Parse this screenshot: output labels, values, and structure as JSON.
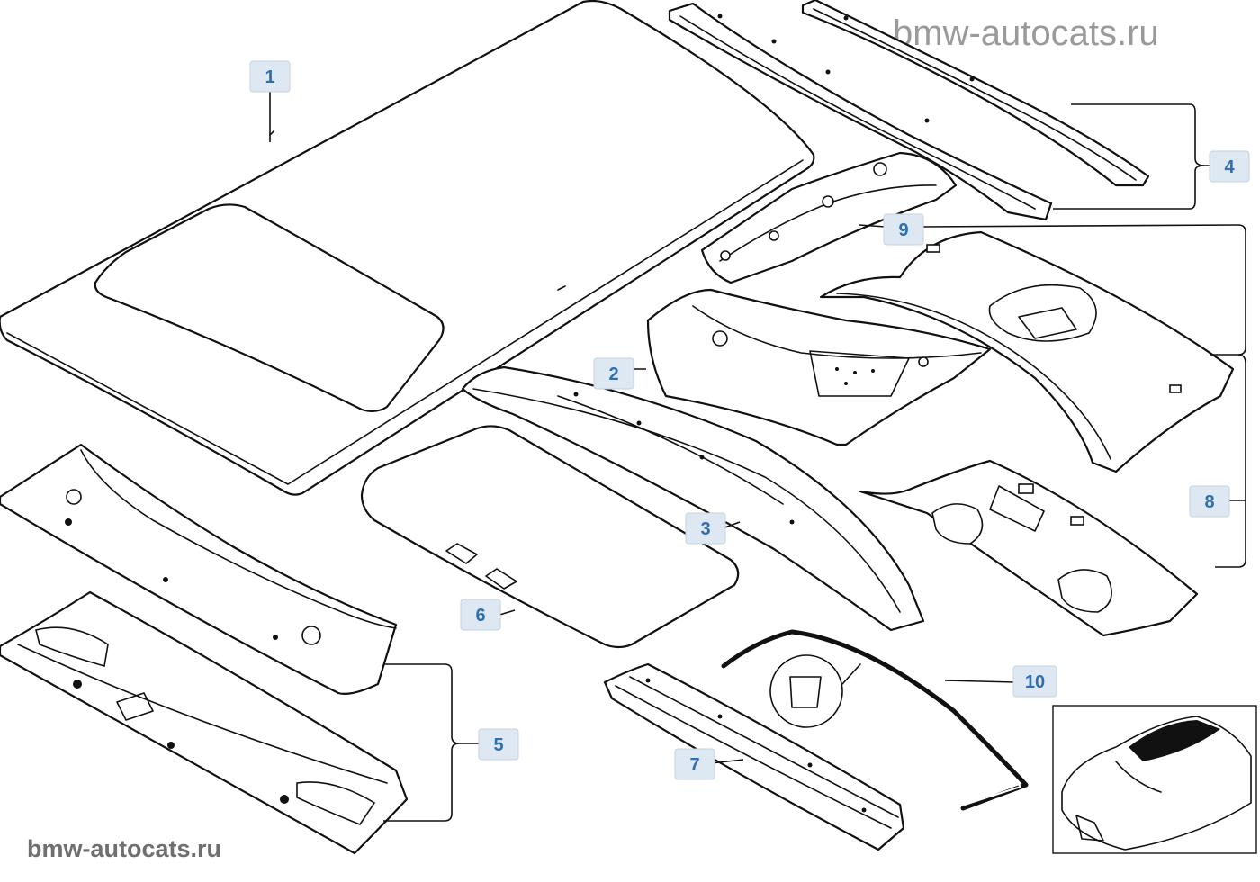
{
  "watermark": {
    "top": "bmw-autocats.ru",
    "bottom": "bmw-autocats.ru"
  },
  "callouts": [
    {
      "id": "c1",
      "label": "1"
    },
    {
      "id": "c2",
      "label": "2"
    },
    {
      "id": "c3",
      "label": "3"
    },
    {
      "id": "c4",
      "label": "4"
    },
    {
      "id": "c5",
      "label": "5"
    },
    {
      "id": "c6",
      "label": "6"
    },
    {
      "id": "c7",
      "label": "7"
    },
    {
      "id": "c8",
      "label": "8"
    },
    {
      "id": "c9",
      "label": "9"
    },
    {
      "id": "c10",
      "label": "10"
    }
  ],
  "colors": {
    "callout_fill": "#dde8f3",
    "callout_text": "#2f6fb0",
    "line": "#111111"
  }
}
